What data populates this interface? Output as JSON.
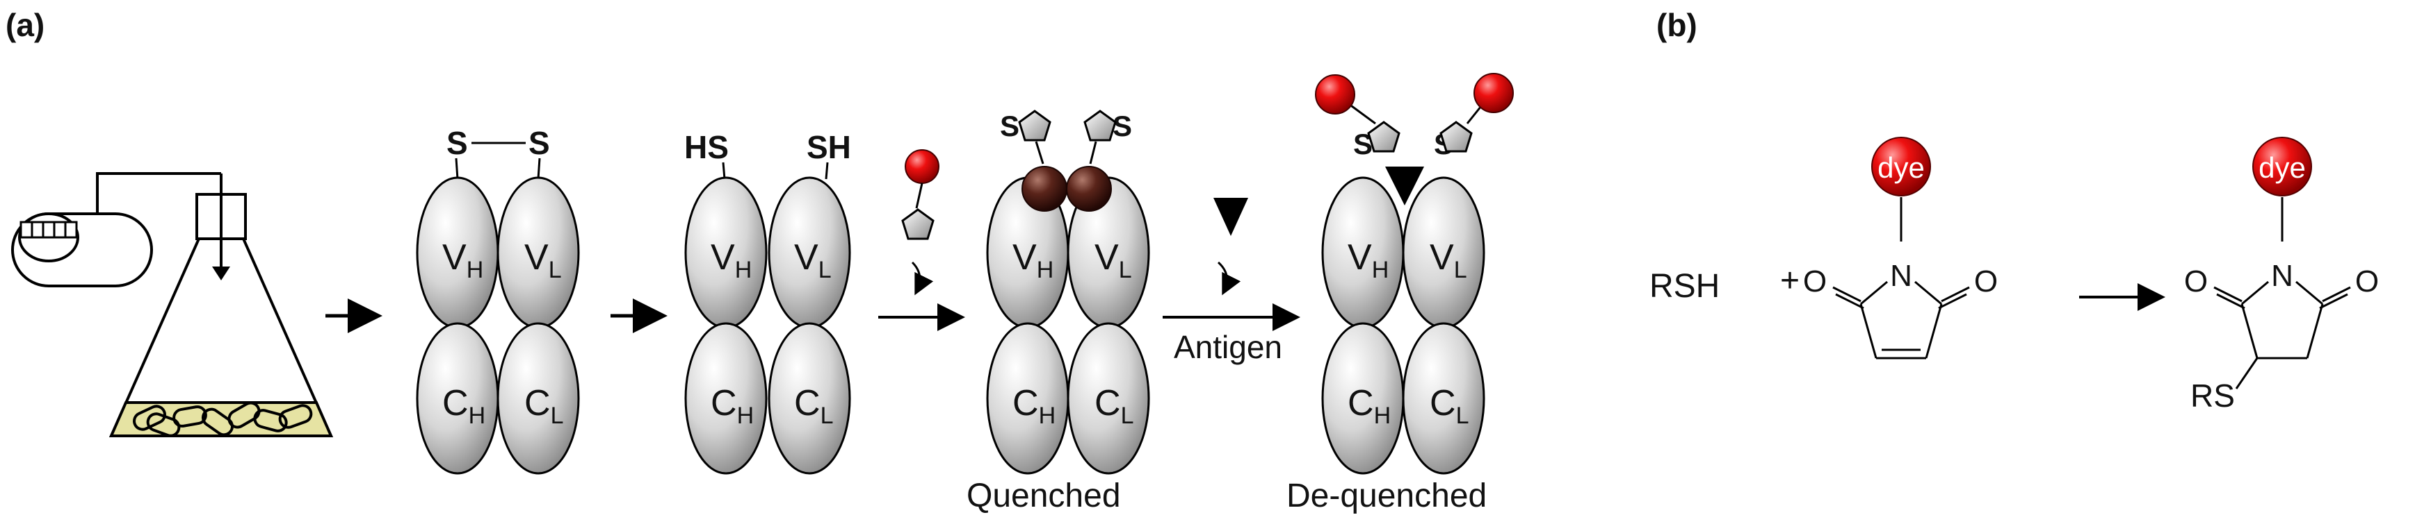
{
  "panel_a": {
    "label": "(a)",
    "arrow_label": "Antigen",
    "quenched_label": "Quenched",
    "dequenched_label": "De-quenched",
    "disulfide_s_left": "S",
    "disulfide_s_right": "S",
    "reduced_left": "HS",
    "reduced_right": "SH",
    "labeled_s": "S",
    "domain_vh_main": "V",
    "domain_vh_sub": "H",
    "domain_vl_main": "V",
    "domain_vl_sub": "L",
    "domain_ch_main": "C",
    "domain_ch_sub": "H",
    "domain_cl_main": "C",
    "domain_cl_sub": "L"
  },
  "panel_b": {
    "label": "(b)",
    "reactant": "RSH",
    "plus": "+",
    "dye": "dye",
    "oxygen": "O",
    "nitrogen": "N",
    "product_rs": "RS"
  },
  "colors": {
    "domain_fill": "#d0d0d0",
    "dye_red": "#e00000",
    "quencher": "#4a1c14",
    "culture": "#e6e3a3"
  }
}
